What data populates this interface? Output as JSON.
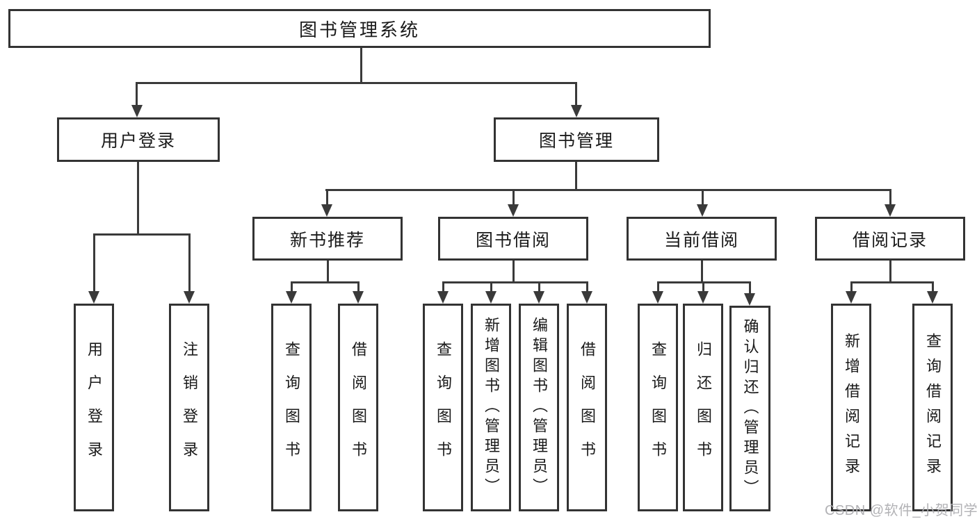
{
  "nodes": {
    "root": "图书管理系统",
    "user_login": "用户登录",
    "book_mgmt": "图书管理",
    "new_book_rec": "新书推荐",
    "book_borrow": "图书借阅",
    "current_borrow": "当前借阅",
    "borrow_records": "借阅记录",
    "ul_login": "用户登录",
    "ul_logout": "注销登录",
    "nbr_query": "查询图书",
    "nbr_borrow": "借阅图书",
    "bb_query": "查询图书",
    "bb_add": "新增图书（管理员）",
    "bb_edit": "编辑图书（管理员）",
    "bb_borrow": "借阅图书",
    "cb_query": "查询图书",
    "cb_return": "归还图书",
    "cb_confirm": "确认归还（管理员）",
    "br_add": "新增借阅记录",
    "br_query": "查询借阅记录"
  },
  "watermark": "CSDN @软件_小贺同学",
  "colors": {
    "line": "#3a3a3a",
    "border": "#333333",
    "text": "#1a1a1a",
    "watermark": "#aeaeb2",
    "background": "#ffffff"
  }
}
